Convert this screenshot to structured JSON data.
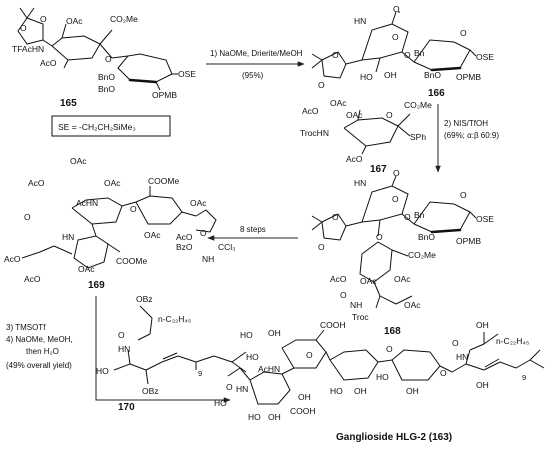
{
  "compounds": {
    "c165": "165",
    "c166": "166",
    "c167": "167",
    "c168": "168",
    "c169": "169",
    "c170": "170",
    "product": "Ganglioside HLG-2 (163)"
  },
  "se_definition": "SE = -CH₂CH₂SiMe₃",
  "steps": {
    "step1_reagents": "1) NaOMe, Drierite/MeOH",
    "step1_yield": "(95%)",
    "step2_reagents": "2) NIS/TfOH",
    "step2_yield": "(69%; α:β 60:9)",
    "step3": "8 steps",
    "step4_a": "3) TMSOTf",
    "step4_b": "4) NaOMe,  MeOH,",
    "step4_c": "then H₂O",
    "step4_d": "(49% overall yield)"
  },
  "labels": {
    "OAc": "OAc",
    "AcO": "AcO",
    "CO2Me": "CO₂Me",
    "TFAcHN": "TFAcHN",
    "BnO": "BnO",
    "OBn": "OBn",
    "Bn": "Bn",
    "OPMB": "OPMB",
    "OSE": "OSE",
    "HN": "HN",
    "NH": "NH",
    "O": "O",
    "OH": "OH",
    "HO": "HO",
    "TrocHN": "TrocHN",
    "Troc": "Troc",
    "SPh": "SPh",
    "AcHN": "AcHN",
    "COOMe": "COOMe",
    "COOH": "COOH",
    "BzO": "BzO",
    "OBz": "OBz",
    "CCl3": "CCl₃",
    "NH_imine": "NH",
    "nC22H45": "n-C₂₂H₄₅",
    "nine": "9"
  }
}
